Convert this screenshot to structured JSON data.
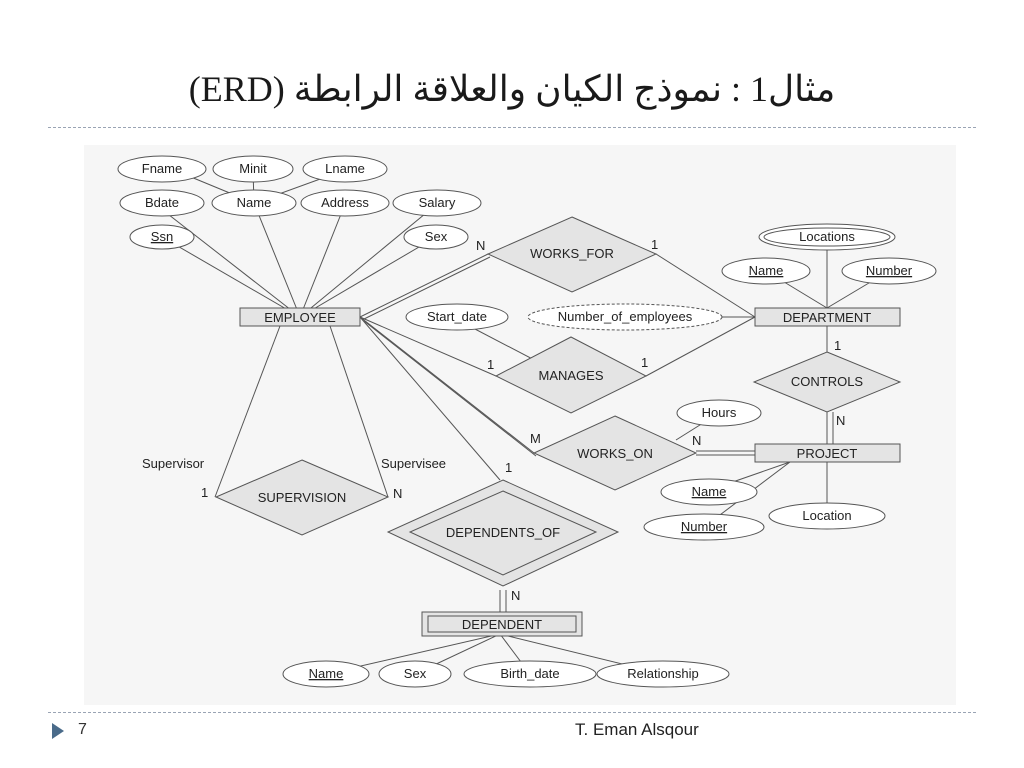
{
  "slide": {
    "title": "مثال1 : نموذج الكيان والعلاقة الرابطة (ERD)",
    "page_number": "7",
    "author": "T. Eman Alsqour"
  },
  "entities": {
    "employee": "EMPLOYEE",
    "department": "DEPARTMENT",
    "project": "PROJECT",
    "dependent": "DEPENDENT"
  },
  "relationships": {
    "works_for": "WORKS_FOR",
    "manages": "MANAGES",
    "works_on": "WORKS_ON",
    "controls": "CONTROLS",
    "supervision": "SUPERVISION",
    "dependents_of": "DEPENDENTS_OF"
  },
  "attributes": {
    "employee": {
      "fname": "Fname",
      "minit": "Minit",
      "lname": "Lname",
      "bdate": "Bdate",
      "name": "Name",
      "address": "Address",
      "salary": "Salary",
      "ssn": "Ssn",
      "sex": "Sex"
    },
    "department": {
      "locations": "Locations",
      "name": "Name",
      "number": "Number",
      "number_of_employees": "Number_of_employees"
    },
    "manages": {
      "start_date": "Start_date"
    },
    "works_on": {
      "hours": "Hours"
    },
    "project": {
      "name": "Name",
      "number": "Number",
      "location": "Location"
    },
    "dependent": {
      "name": "Name",
      "sex": "Sex",
      "birth_date": "Birth_date",
      "relationship": "Relationship"
    }
  },
  "cardinalities": {
    "works_for_emp": "N",
    "works_for_dept": "1",
    "manages_emp": "1",
    "manages_dept": "1",
    "works_on_emp": "M",
    "works_on_proj": "N",
    "controls_dept": "1",
    "controls_proj": "N",
    "supervision_sup": "1",
    "supervision_sub": "N",
    "dependents_emp": "1",
    "dependents_dep": "N"
  },
  "roles": {
    "supervisor": "Supervisor",
    "supervisee": "Supervisee"
  }
}
